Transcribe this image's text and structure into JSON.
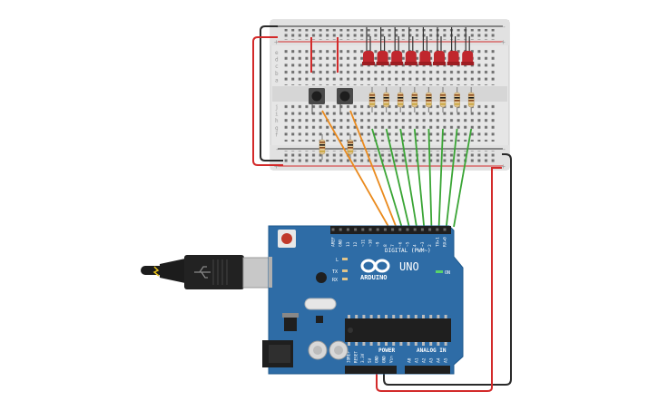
{
  "breadboard": {
    "rail_plus": "+",
    "rail_minus": "-",
    "led_count": 8,
    "resistor_count": 10,
    "button_count": 2,
    "row_letters_top": [
      "a",
      "b",
      "c",
      "d",
      "e"
    ],
    "row_letters_bottom": [
      "f",
      "g",
      "h",
      "i",
      "j"
    ]
  },
  "arduino": {
    "brand": "ARDUINO",
    "model": "UNO",
    "digital_header_label": "DIGITAL (PWM~)",
    "power_label": "POWER",
    "analog_label": "ANALOG IN",
    "on_label": "ON",
    "tx_label": "TX",
    "rx_label": "RX",
    "l_label": "L",
    "digital_pins": [
      "AREF",
      "GND",
      "13",
      "12",
      "~11",
      "~10",
      "~9",
      "8",
      "7",
      "~6",
      "~5",
      "4",
      "~3",
      "2",
      "TX▸1",
      "RX◂0"
    ],
    "power_pins": [
      "IOREF",
      "RESET",
      "3.3V",
      "5V",
      "GND",
      "GND",
      "Vin"
    ],
    "analog_pins": [
      "A0",
      "A1",
      "A2",
      "A3",
      "A4",
      "A5"
    ]
  },
  "colors": {
    "board": "#2e6ca6",
    "led": "#c0272d",
    "wire_signal_led": "#3aa535",
    "wire_signal_button": "#ea8a1d",
    "wire_power": "#d32a2a",
    "wire_ground": "#2a2a2a"
  }
}
